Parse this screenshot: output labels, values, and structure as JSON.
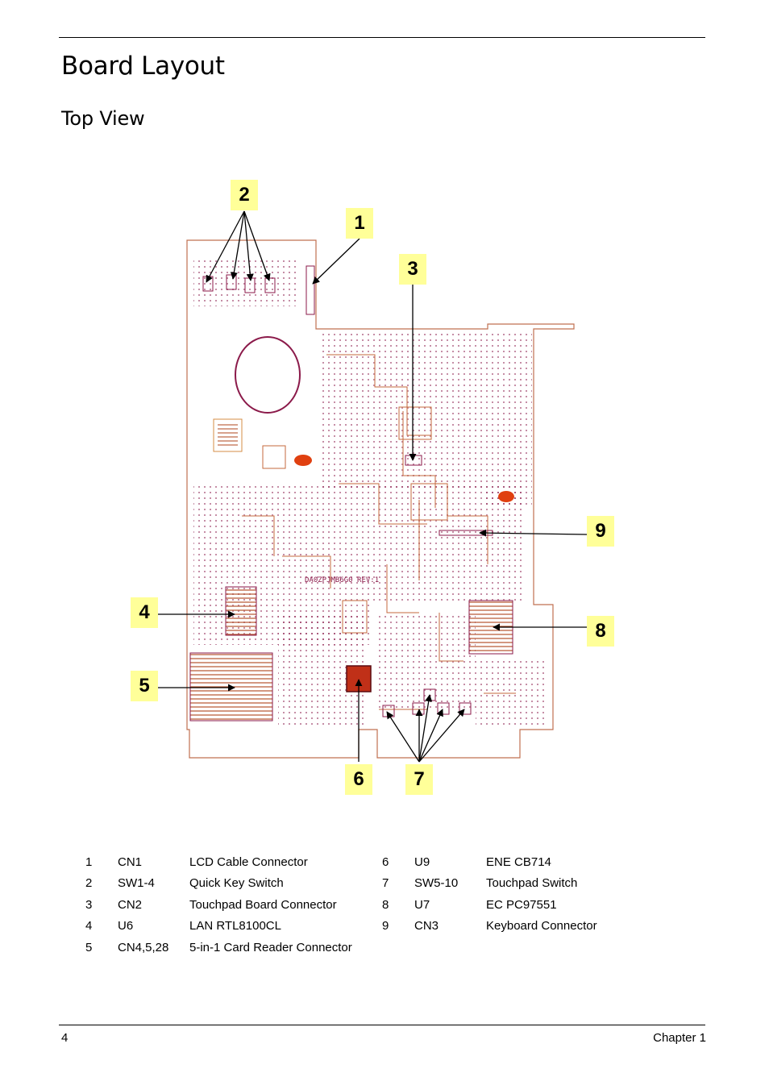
{
  "page": {
    "title": "Board Layout",
    "subtitle": "Top View"
  },
  "board": {
    "silkscreen_label": "DA0ZPJMB6G0 REV:1",
    "callouts": [
      "1",
      "2",
      "3",
      "4",
      "5",
      "6",
      "7",
      "8",
      "9"
    ]
  },
  "legend": {
    "rows": [
      [
        {
          "num": "1",
          "ref": "CN1",
          "desc": "LCD Cable Connector"
        },
        {
          "num": "6",
          "ref": "U9",
          "desc": "ENE CB714"
        }
      ],
      [
        {
          "num": "2",
          "ref": "SW1-4",
          "desc": "Quick Key Switch"
        },
        {
          "num": "7",
          "ref": "SW5-10",
          "desc": "Touchpad Switch"
        }
      ],
      [
        {
          "num": "3",
          "ref": "CN2",
          "desc": "Touchpad Board Connector"
        },
        {
          "num": "8",
          "ref": "U7",
          "desc": "EC PC97551"
        }
      ],
      [
        {
          "num": "4",
          "ref": "U6",
          "desc": "LAN RTL8100CL"
        },
        {
          "num": "9",
          "ref": "CN3",
          "desc": "Keyboard Connector"
        }
      ],
      [
        {
          "num": "5",
          "ref": "CN4,5,28",
          "desc": "5-in-1 Card Reader Connector"
        },
        {
          "num": "",
          "ref": "",
          "desc": ""
        }
      ]
    ]
  },
  "footer": {
    "page_number": "4",
    "chapter": "Chapter 1"
  },
  "colors": {
    "trace": "#a0522d",
    "component": "#8b1a4a",
    "chip_fill": "#c03018",
    "callout_bg": "#ffff99"
  }
}
